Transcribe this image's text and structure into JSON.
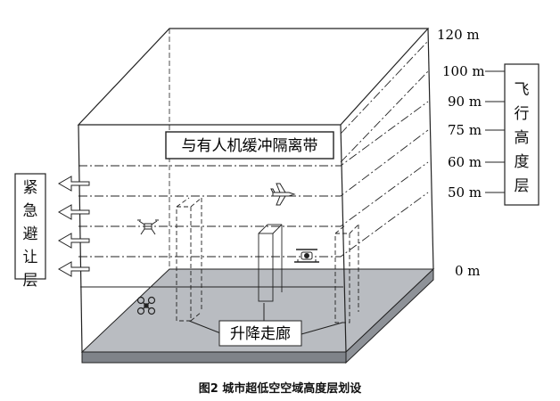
{
  "caption": "图2   城市超低空空域高度层划设",
  "buffer_label": "与有人机缓冲隔离带",
  "corridor_label": "升降走廊",
  "left_box": {
    "chars": [
      "紧",
      "急",
      "避",
      "让",
      "层"
    ]
  },
  "right_box": {
    "chars": [
      "飞",
      "行",
      "高",
      "度",
      "层"
    ]
  },
  "altitudes": [
    {
      "label": "120 m",
      "value": 120
    },
    {
      "label": "100 m",
      "value": 100
    },
    {
      "label": "90 m",
      "value": 90
    },
    {
      "label": "75 m",
      "value": 75
    },
    {
      "label": "60 m",
      "value": 60
    },
    {
      "label": "50 m",
      "value": 50
    },
    {
      "label": "0 m",
      "value": 0
    }
  ],
  "icons": [
    "fixed-wing-drone-icon",
    "quadcopter-icon",
    "helicopter-drone-icon",
    "multirotor-drone-icon",
    "escape-arrow-icon"
  ],
  "colors": {
    "ground": "#b9bcc1",
    "ground_edge": "#7f8389",
    "line": "#222222"
  }
}
